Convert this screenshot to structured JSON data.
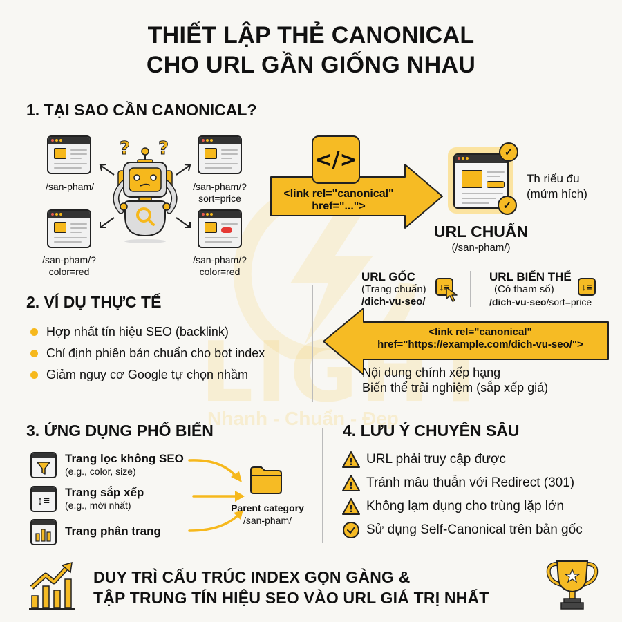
{
  "title": {
    "line1": "THIẾT LẬP THẺ CANONICAL",
    "line2": "CHO URL GẦN GIỐNG NHAU"
  },
  "watermark": {
    "brand": "LIGHT",
    "slogan": "Nhanh - Chuẩn - Đẹp"
  },
  "section1": {
    "heading": "1. TẠI SAO CẦN CANONICAL?",
    "urls": [
      {
        "line1": "/san-pham/",
        "line2": ""
      },
      {
        "line1": "/san-pham/?",
        "line2": "sort=price"
      },
      {
        "line1": "/san-pham/?",
        "line2": "color=red"
      },
      {
        "line1": "/san-pham/?",
        "line2": "color=red"
      }
    ],
    "robot_icon": "confused-robot-icon",
    "code_icon": "</>",
    "arrow_code": {
      "line1": "<link rel=\"canonical\"",
      "line2": "href=\"...\">"
    },
    "canonical": {
      "title": "URL CHUẨN",
      "path": "(/san-pham/)",
      "side_line1": "Th riếu đu",
      "side_line2": "(mứm hích)"
    }
  },
  "url_compare": {
    "original": {
      "title": "URL GỐC",
      "sub": "(Trang chuẩn)",
      "path": "/dich-vu-seo/"
    },
    "variant": {
      "title": "URL BIẾN THỂ",
      "sub": "(Có tham số)",
      "path_main": "/dich-vu-seo",
      "path_param": "/sort=price"
    },
    "arrow_code": {
      "line1": "<link rel=\"canonical\"",
      "line2": "href=\"https://example.com/dich-vu-seo/\">"
    },
    "notes": [
      "Nội dung chính xếp hạng",
      "Biến thể trải nghiệm (sắp xếp giá)"
    ]
  },
  "section2": {
    "heading": "2. VÍ DỤ THỰC TẾ",
    "bullets": [
      "Hợp nhất tín hiệu SEO (backlink)",
      "Chỉ định phiên bản chuẩn cho bot index",
      "Giảm nguy cơ Google tự chọn nhầm"
    ]
  },
  "section3": {
    "heading": "3. ỨNG DỤNG PHỔ BIẾN",
    "items": [
      {
        "title": "Trang lọc không SEO",
        "sub": "(e.g., color, size)",
        "icon": "filter-icon"
      },
      {
        "title": "Trang sắp xếp",
        "sub": "(e.g., mới nhất)",
        "icon": "sort-icon"
      },
      {
        "title": "Trang phân trang",
        "sub": "",
        "icon": "bar-chart-icon"
      }
    ],
    "target": {
      "label": "Parent category",
      "path": "/san-pham/"
    }
  },
  "section4": {
    "heading": "4. LƯU Ý CHUYÊN SÂU",
    "items": [
      {
        "text": "URL phải truy cập được",
        "icon": "warning-icon"
      },
      {
        "text": "Tránh mâu thuẫn với Redirect (301)",
        "icon": "warning-icon"
      },
      {
        "text": "Không lạm dụng cho trùng lặp lớn",
        "icon": "warning-icon"
      },
      {
        "text": "Sử dụng Self-Canonical trên bản gốc",
        "icon": "check-circle-icon"
      }
    ]
  },
  "footer": {
    "line1": "DUY TRÌ CẤU TRÚC INDEX GỌN GÀNG &",
    "line2": "TẬP TRUNG TÍN HIỆU SEO VÀO URL GIÁ TRỊ NHẤT"
  },
  "colors": {
    "accent": "#f6bb24",
    "background": "#f8f7f3",
    "text": "#111111",
    "dark": "#222222",
    "red_badge": "#e53935"
  }
}
